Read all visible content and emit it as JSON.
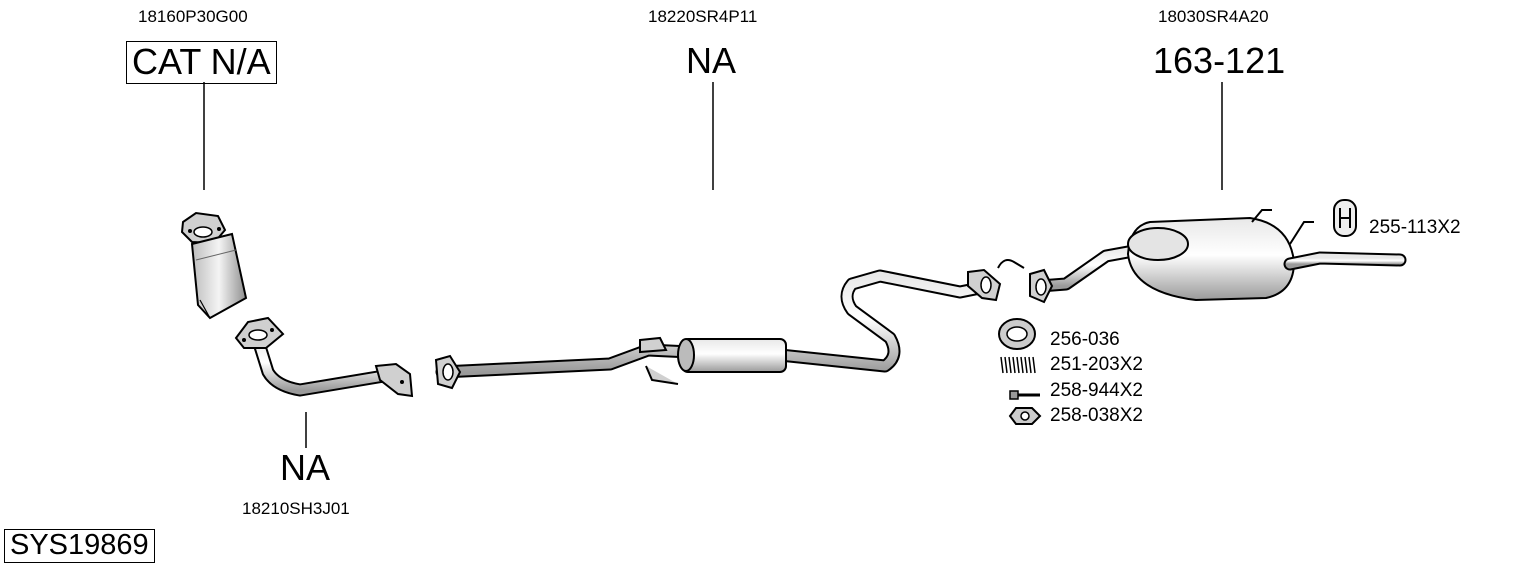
{
  "diagram": {
    "system_code": "SYS19869",
    "parts": [
      {
        "oem": "18160P30G00",
        "ref": "CAT N/A",
        "ref_boxed": true
      },
      {
        "oem": "18210SH3J01",
        "ref": "NA"
      },
      {
        "oem": "18220SR4P11",
        "ref": "NA"
      },
      {
        "oem": "18030SR4A20",
        "ref": "163-121"
      }
    ],
    "accessories": [
      {
        "ref": "255-113X2",
        "icon": "rubber-hanger-icon"
      },
      {
        "ref": "256-036",
        "icon": "gasket-ring-icon"
      },
      {
        "ref": "251-203X2",
        "icon": "spring-icon"
      },
      {
        "ref": "258-944X2",
        "icon": "bolt-icon"
      },
      {
        "ref": "258-038X2",
        "icon": "nut-icon"
      }
    ]
  }
}
